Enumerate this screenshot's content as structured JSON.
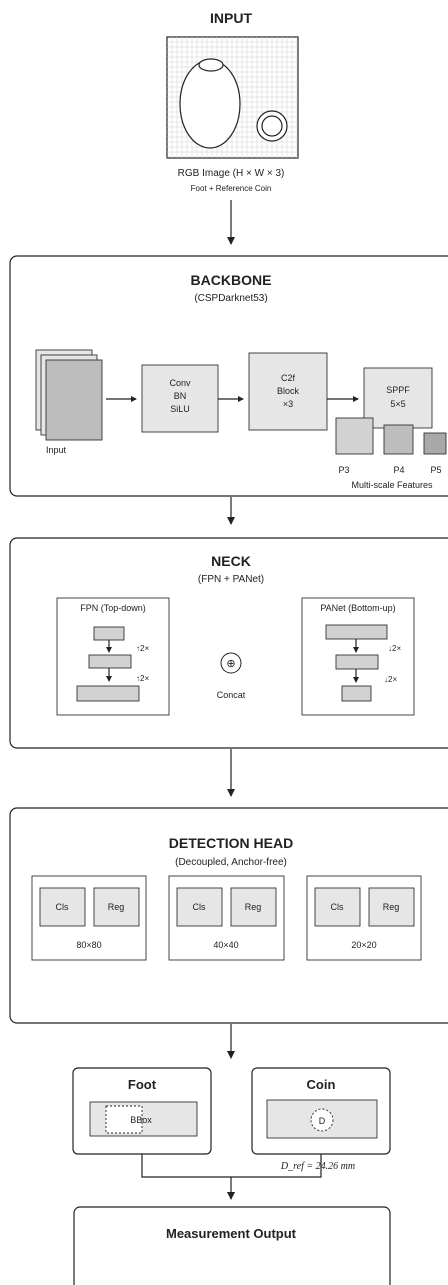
{
  "input": {
    "title": "INPUT",
    "caption": "RGB Image (H × W × 3)",
    "subcaption": "Foot + Reference Coin"
  },
  "backbone": {
    "title": "BACKBONE",
    "subtitle": "(CSPDarknet53)",
    "input_label": "Input",
    "conv_lines": [
      "Conv",
      "BN",
      "SiLU"
    ],
    "c2f_lines": [
      "C2f",
      "Block",
      "×3"
    ],
    "sppf_lines": [
      "SPPF",
      "5×5"
    ],
    "p_labels": [
      "P3",
      "P4",
      "P5"
    ],
    "features_label": "Multi-scale Features"
  },
  "neck": {
    "title": "NECK",
    "subtitle": "(FPN + PANet)",
    "fpn_label": "FPN (Top-down)",
    "fpn_up1": "↑2×",
    "fpn_up2": "↑2×",
    "concat_symbol": "⊕",
    "concat_label": "Concat",
    "panet_label": "PANet (Bottom-up)",
    "panet_down1": "↓2×",
    "panet_down2": "↓2×"
  },
  "head": {
    "title": "DETECTION HEAD",
    "subtitle": "(Decoupled, Anchor-free)",
    "groups": [
      {
        "cls": "Cls",
        "reg": "Reg",
        "scale": "80×80"
      },
      {
        "cls": "Cls",
        "reg": "Reg",
        "scale": "40×40"
      },
      {
        "cls": "Cls",
        "reg": "Reg",
        "scale": "20×20"
      }
    ]
  },
  "detect": {
    "foot_title": "Foot",
    "foot_bbox": "BBox",
    "coin_title": "Coin",
    "coin_d": "D",
    "dref": "D_ref = 24.26 mm"
  },
  "output": {
    "title": "Measurement Output"
  }
}
